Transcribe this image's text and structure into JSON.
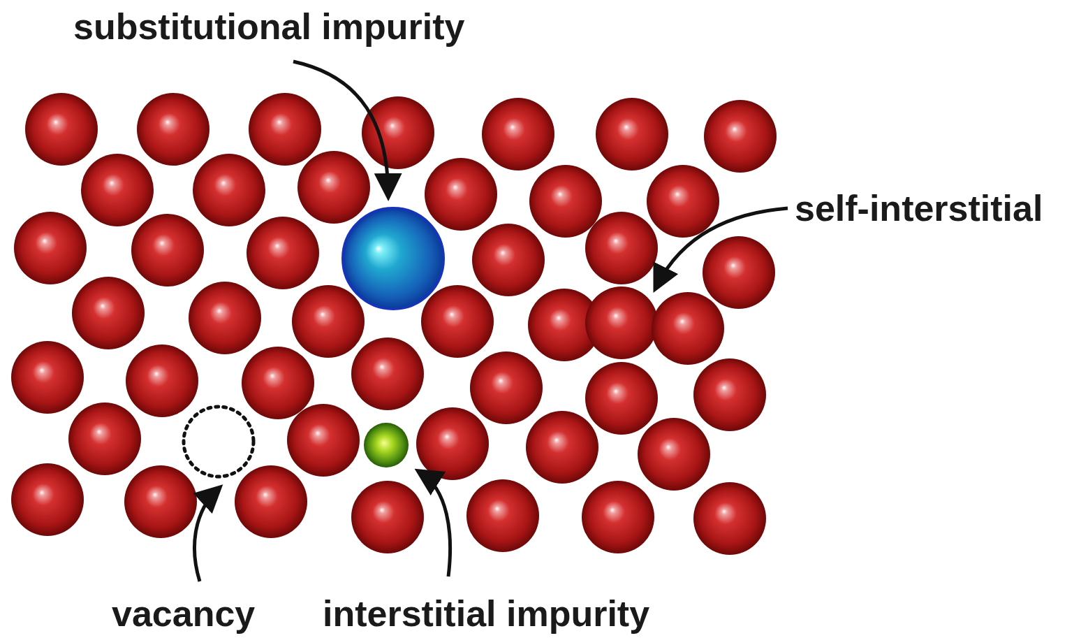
{
  "diagram": {
    "labels": [
      "substitutional impurity",
      "self-interstitial",
      "vacancy",
      "interstitial impurity"
    ]
  }
}
